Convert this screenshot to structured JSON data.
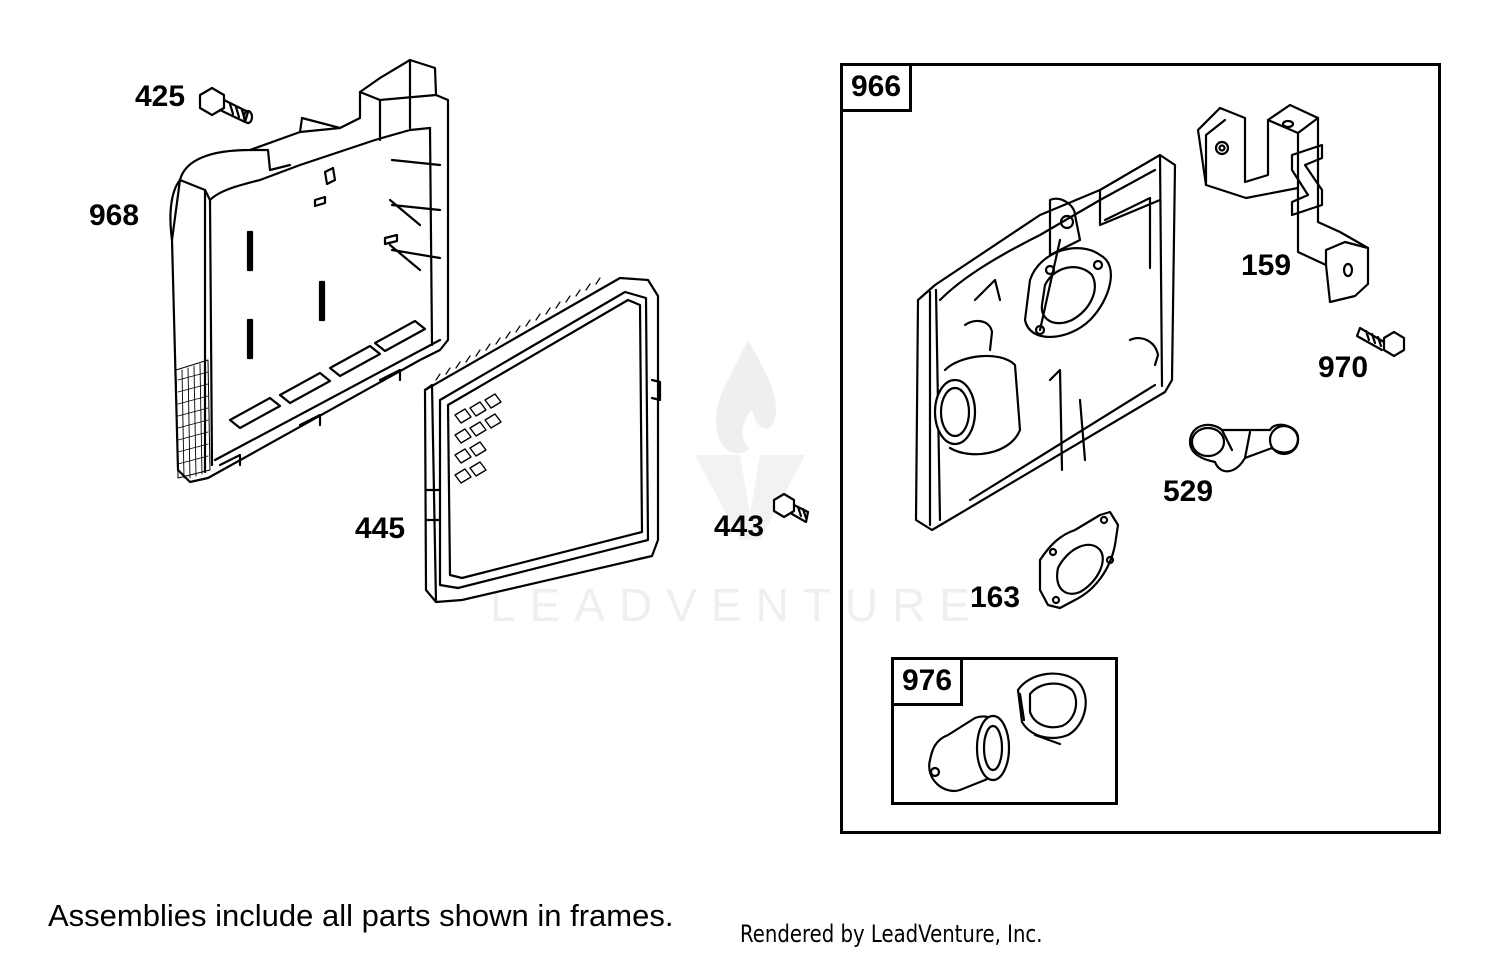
{
  "watermark": {
    "brand": "LEADVENTURE",
    "logo_icon": "leadventure-flame-logo-icon"
  },
  "parts": [
    {
      "id": "425",
      "name": "screw"
    },
    {
      "id": "968",
      "name": "air-cleaner-cover"
    },
    {
      "id": "445",
      "name": "air-filter-cartridge"
    },
    {
      "id": "443",
      "name": "screw"
    },
    {
      "id": "966",
      "name": "air-cleaner-base-assembly"
    },
    {
      "id": "159",
      "name": "bracket"
    },
    {
      "id": "970",
      "name": "screw"
    },
    {
      "id": "529",
      "name": "breather-tube"
    },
    {
      "id": "163",
      "name": "gasket"
    },
    {
      "id": "976",
      "name": "primer-bulb-assembly"
    }
  ],
  "frames": [
    {
      "label": "966"
    },
    {
      "label": "976"
    }
  ],
  "footer": {
    "note": "Assemblies include all parts shown in frames.",
    "credit": "Rendered by LeadVenture, Inc."
  },
  "colors": {
    "line": "#000000",
    "watermark": "#ececec"
  }
}
